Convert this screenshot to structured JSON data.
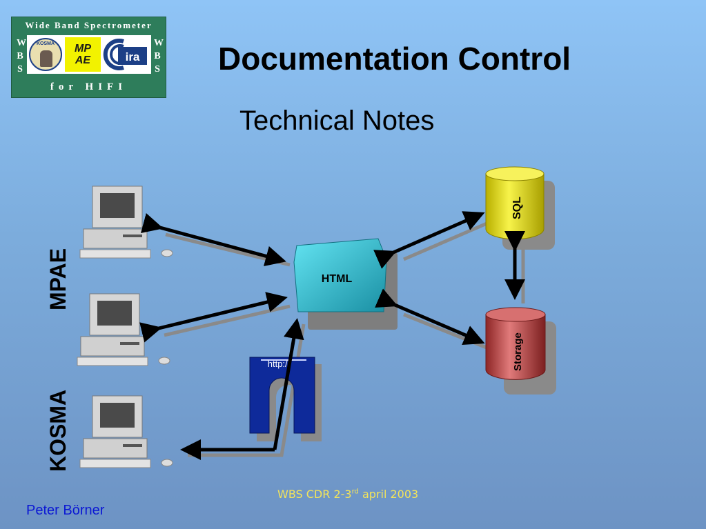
{
  "slide": {
    "title": "Documentation Control",
    "subtitle": "Technical Notes",
    "label_mpae": "MPAE",
    "label_kosma": "KOSMA",
    "footer_main": "WBS CDR 2-3",
    "footer_sup": "rd",
    "footer_rest": " april 2003",
    "author": "Peter Börner"
  },
  "logo": {
    "top_text": "Wide Band Spectrometer",
    "bottom_text": "for HIFI",
    "side_left": "WBS",
    "side_right": "WBS",
    "kosma_text": "KOSMA",
    "mpae_text": "MPAE"
  },
  "diagram": {
    "html_server_label": "HTML",
    "gateway_label": "http://",
    "db_sql_label": "SQL",
    "db_storage_label": "Storage",
    "colors": {
      "sql": "#e8e000",
      "storage": "#b73d3d",
      "server": "#2fb7c8",
      "gateway": "#0e2a9a"
    }
  }
}
